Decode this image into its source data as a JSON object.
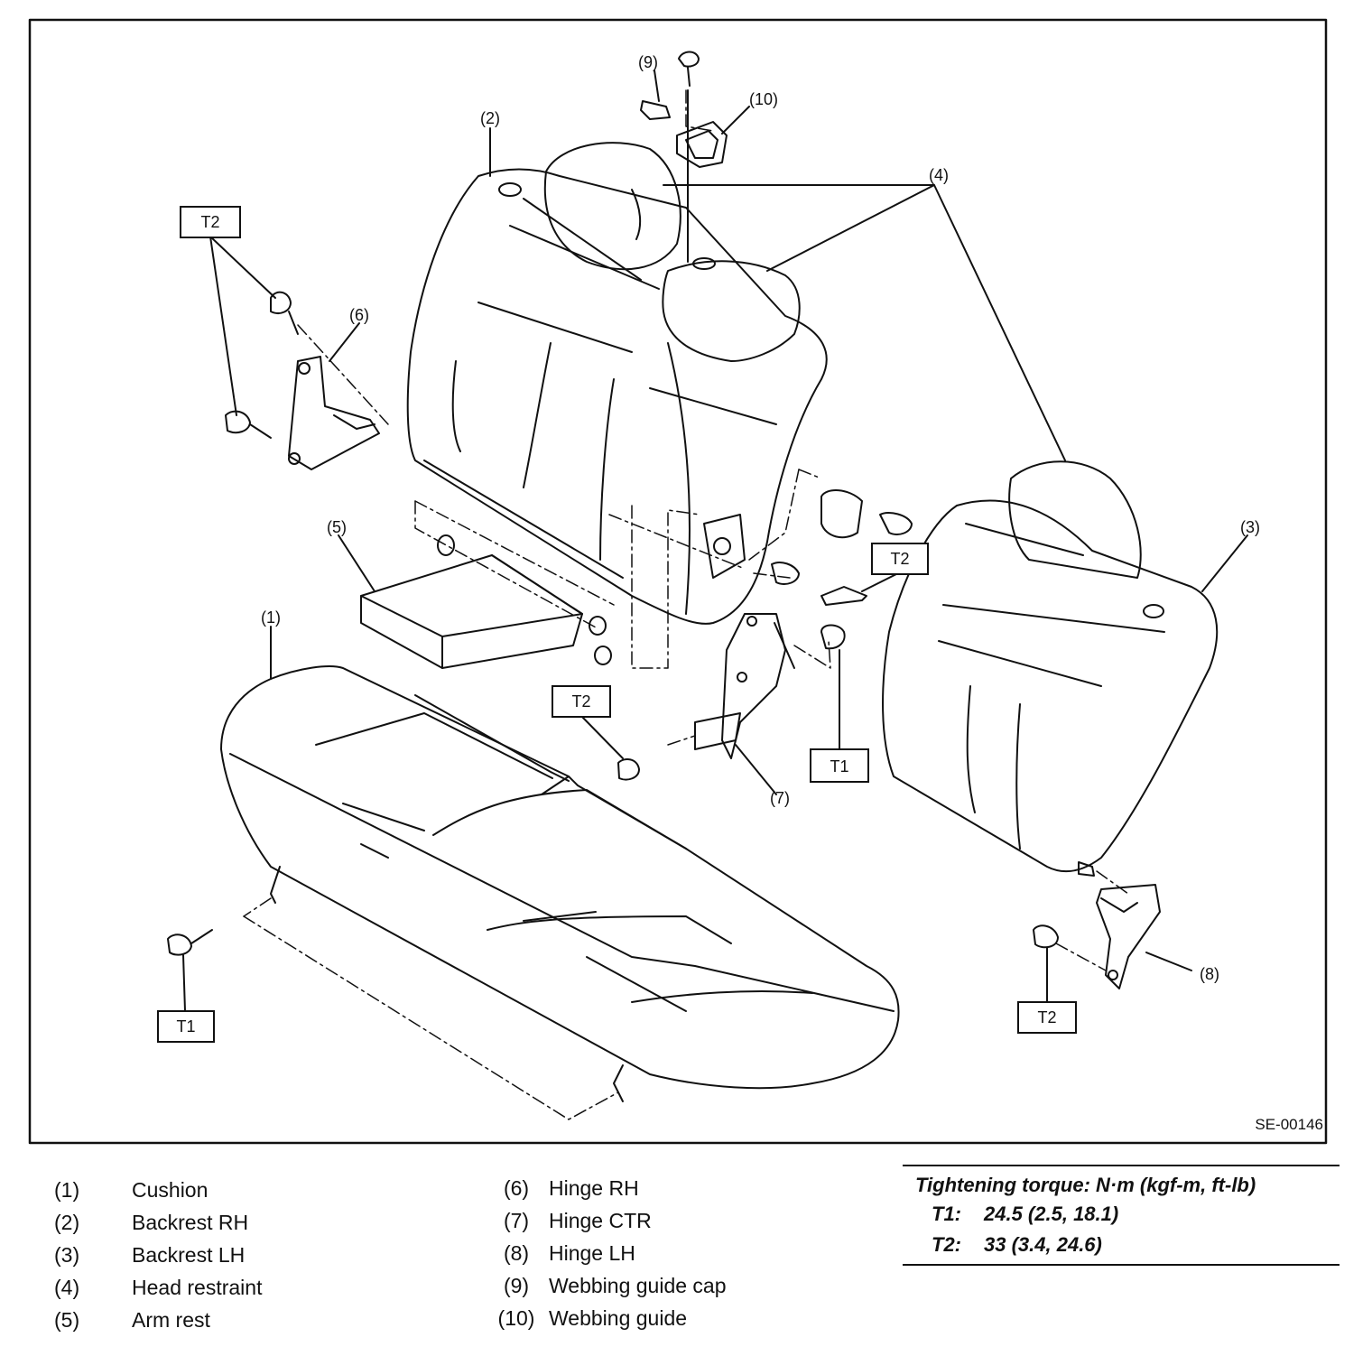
{
  "diagram": {
    "code": "SE-00146",
    "callouts": {
      "c1": "(1)",
      "c2": "(2)",
      "c3": "(3)",
      "c4": "(4)",
      "c5": "(5)",
      "c6": "(6)",
      "c7": "(7)",
      "c8": "(8)",
      "c9": "(9)",
      "c10": "(10)"
    },
    "torque_tags": {
      "t1": "T1",
      "t2": "T2"
    }
  },
  "legend": {
    "left": [
      {
        "num": "(1)",
        "label": "Cushion"
      },
      {
        "num": "(2)",
        "label": "Backrest RH"
      },
      {
        "num": "(3)",
        "label": "Backrest LH"
      },
      {
        "num": "(4)",
        "label": "Head restraint"
      },
      {
        "num": "(5)",
        "label": "Arm rest"
      }
    ],
    "right": [
      {
        "num": "(6)",
        "label": "Hinge RH"
      },
      {
        "num": "(7)",
        "label": "Hinge CTR"
      },
      {
        "num": "(8)",
        "label": "Hinge LH"
      },
      {
        "num": "(9)",
        "label": "Webbing guide cap"
      },
      {
        "num": "(10)",
        "label": "Webbing guide"
      }
    ]
  },
  "torque": {
    "title": "Tightening torque: N·m (kgf-m, ft-lb)",
    "rows": [
      {
        "key": "T1:",
        "value": "24.5 (2.5, 18.1)"
      },
      {
        "key": "T2:",
        "value": "33 (3.4, 24.6)"
      }
    ]
  }
}
